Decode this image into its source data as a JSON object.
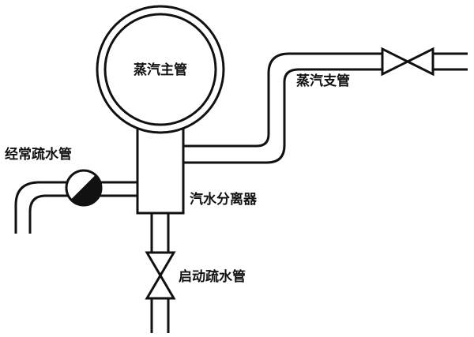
{
  "labels": {
    "main_steam_pipe": "蒸汽主管",
    "steam_branch_pipe": "蒸汽支管",
    "continuous_drain_pipe": "经常疏水管",
    "steam_water_separator": "汽水分离器",
    "startup_drain_pipe": "启动疏水管"
  }
}
